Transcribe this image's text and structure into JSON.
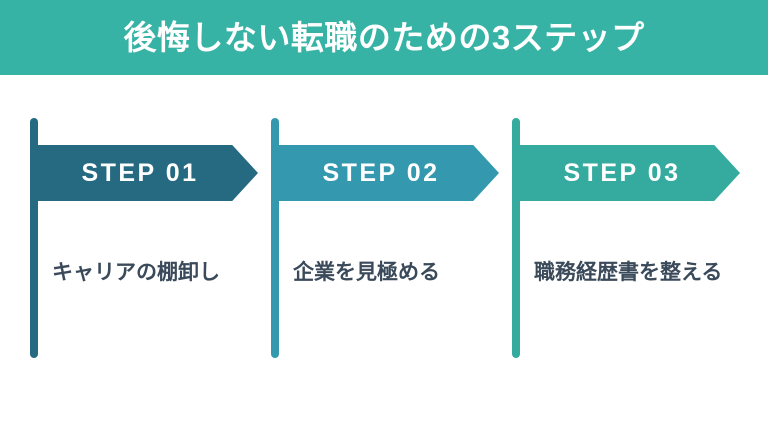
{
  "banner": {
    "title": "後悔しない転職のための3ステップ",
    "bg_color": "#37b3a6",
    "text_color": "#ffffff"
  },
  "caption_color": "#3a4a5a",
  "background_color": "#ffffff",
  "steps": [
    {
      "label_word": "STEP",
      "label_number": "01",
      "caption": "キャリアの棚卸し",
      "color": "#266a82"
    },
    {
      "label_word": "STEP",
      "label_number": "02",
      "caption": "企業を見極める",
      "color": "#3499ae"
    },
    {
      "label_word": "STEP",
      "label_number": "03",
      "caption": "職務経歴書を整える",
      "color": "#35ab9f"
    }
  ]
}
